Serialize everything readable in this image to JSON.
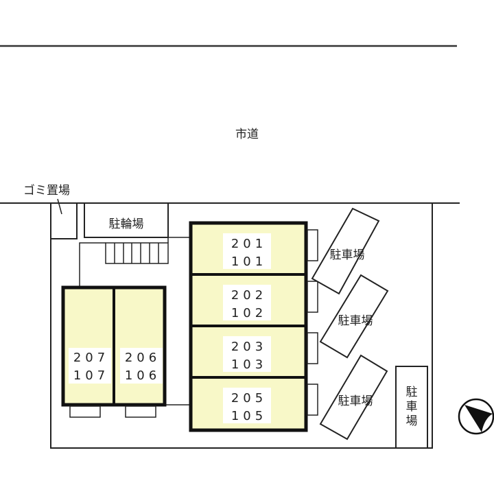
{
  "road": {
    "label": "市道"
  },
  "garbage": {
    "label": "ゴミ置場"
  },
  "bicycle_parking": {
    "label": "駐輪場",
    "stall_count": 6
  },
  "colors": {
    "unit_fill": "#f8f8c8",
    "line": "#222222",
    "background": "#ffffff"
  },
  "units": {
    "u201": {
      "upper": "201",
      "lower": "101"
    },
    "u202": {
      "upper": "202",
      "lower": "102"
    },
    "u203": {
      "upper": "203",
      "lower": "103"
    },
    "u205": {
      "upper": "205",
      "lower": "105"
    },
    "u207": {
      "upper": "207",
      "lower": "107"
    },
    "u206": {
      "upper": "206",
      "lower": "106"
    }
  },
  "parking": {
    "p1": {
      "label": "駐車場"
    },
    "p2": {
      "label": "駐車場"
    },
    "p3": {
      "label": "駐車場"
    },
    "p4": {
      "label_lines": [
        "駐",
        "車",
        "場"
      ]
    }
  },
  "compass": {
    "icon": "north-arrow-icon"
  }
}
